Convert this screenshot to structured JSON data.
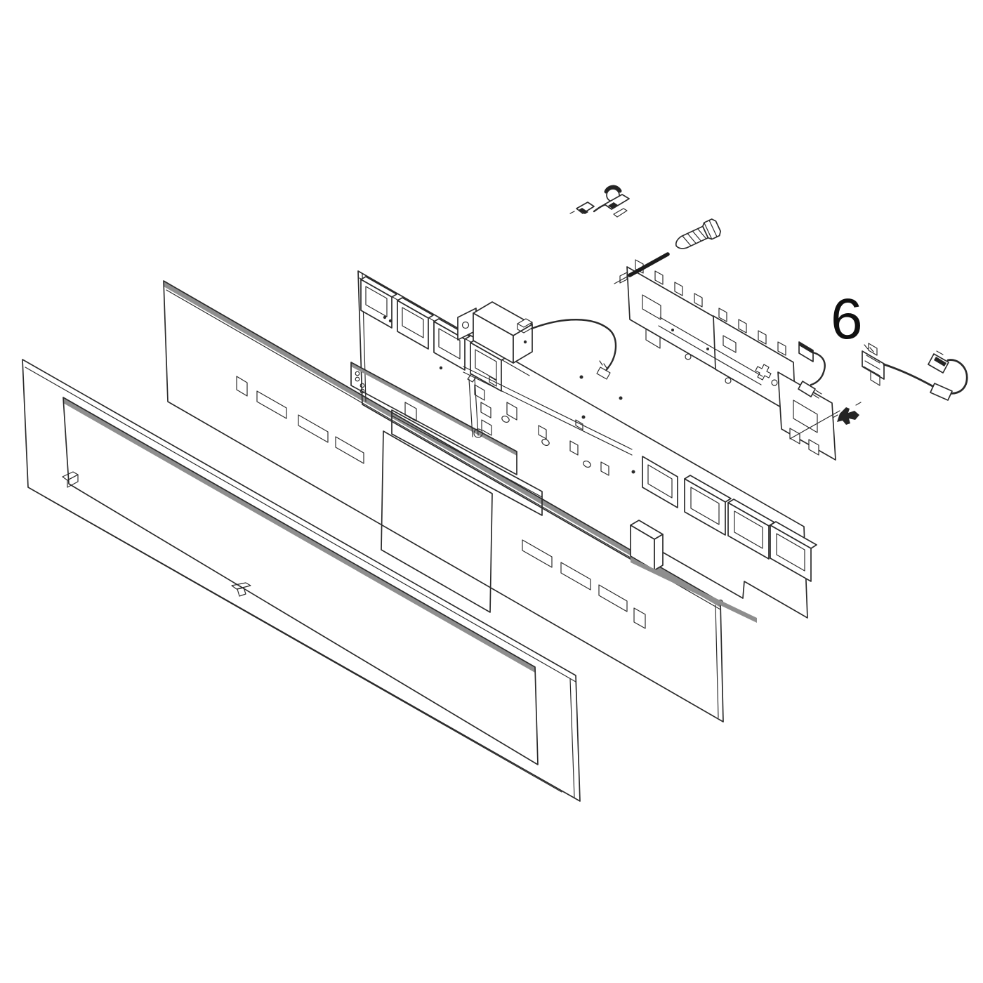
{
  "diagram": {
    "type": "exploded-parts-diagram",
    "subject": "appliance-control-panel-assembly",
    "callout": {
      "number": "6"
    },
    "colors": {
      "background": "#ffffff",
      "line": "#2b2b2b",
      "shade": "#8e8e8e",
      "dark_fill": "#242424",
      "label": "#101010"
    },
    "parts": [
      "front-bezel-frame",
      "glass-control-panel",
      "display-pcb-assembly",
      "speaker-box",
      "rear-mounting-bracket",
      "wire-jumper",
      "mounting-screw",
      "hinge-rod",
      "retainer-screw",
      "wire-harness"
    ]
  }
}
